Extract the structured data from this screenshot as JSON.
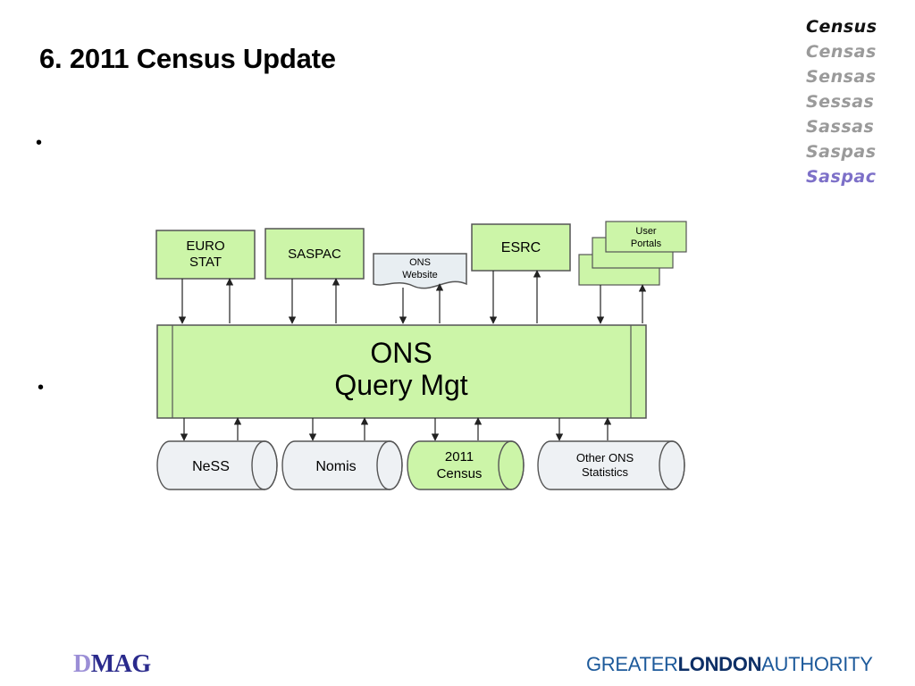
{
  "slide": {
    "title": "6. 2011 Census Update",
    "bullets": [
      "•",
      "•"
    ]
  },
  "logo_stack": {
    "words": [
      "Census",
      "Censas",
      "Sensas",
      "Sessas",
      "Sassas",
      "Saspas",
      "Saspac"
    ],
    "colors": [
      "#111111",
      "#9a9a9a",
      "#9a9a9a",
      "#9a9a9a",
      "#9a9a9a",
      "#9a9a9a",
      "#7d70c8"
    ]
  },
  "diagram": {
    "colors": {
      "fill": "#ccf5a8",
      "stroke": "#555555",
      "doc_fill": "#e8eef2",
      "cyl_fill": "#eef1f4"
    },
    "top_nodes": [
      {
        "id": "eurostat",
        "lines": [
          "EURO",
          "STAT"
        ]
      },
      {
        "id": "saspac",
        "lines": [
          "SASPAC"
        ]
      },
      {
        "id": "ons-website",
        "lines": [
          "ONS",
          "Website"
        ]
      },
      {
        "id": "esrc",
        "lines": [
          "ESRC"
        ]
      },
      {
        "id": "user-portals",
        "lines": [
          "User",
          "Portals"
        ]
      }
    ],
    "central": {
      "lines": [
        "ONS",
        "Query Mgt"
      ]
    },
    "bottom_nodes": [
      {
        "id": "ness",
        "lines": [
          "NeSS"
        ]
      },
      {
        "id": "nomis",
        "lines": [
          "Nomis"
        ]
      },
      {
        "id": "census-2011",
        "lines": [
          "2011",
          "Census"
        ]
      },
      {
        "id": "other-ons",
        "lines": [
          "Other ONS",
          "Statistics"
        ]
      }
    ]
  },
  "footer": {
    "left_logo_d": "D",
    "left_logo_rest": "MAG",
    "right_logo_1": "GREATER",
    "right_logo_2": "LONDON",
    "right_logo_3": "AUTHORITY"
  }
}
